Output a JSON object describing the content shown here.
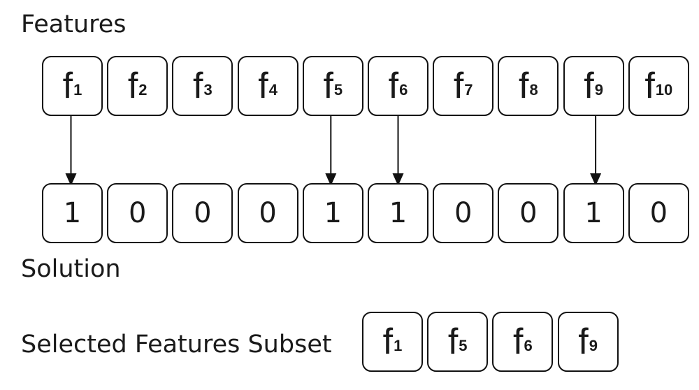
{
  "features_heading": "Features",
  "solution_heading": "Solution",
  "subset_heading": "Selected Features Subset",
  "features": [
    {
      "name": "f",
      "index": "1"
    },
    {
      "name": "f",
      "index": "2"
    },
    {
      "name": "f",
      "index": "3"
    },
    {
      "name": "f",
      "index": "4"
    },
    {
      "name": "f",
      "index": "5"
    },
    {
      "name": "f",
      "index": "6"
    },
    {
      "name": "f",
      "index": "7"
    },
    {
      "name": "f",
      "index": "8"
    },
    {
      "name": "f",
      "index": "9"
    },
    {
      "name": "f",
      "index": "10"
    }
  ],
  "solution": [
    "1",
    "0",
    "0",
    "0",
    "1",
    "1",
    "0",
    "0",
    "1",
    "0"
  ],
  "selected": [
    {
      "name": "f",
      "index": "1"
    },
    {
      "name": "f",
      "index": "5"
    },
    {
      "name": "f",
      "index": "6"
    },
    {
      "name": "f",
      "index": "9"
    }
  ]
}
